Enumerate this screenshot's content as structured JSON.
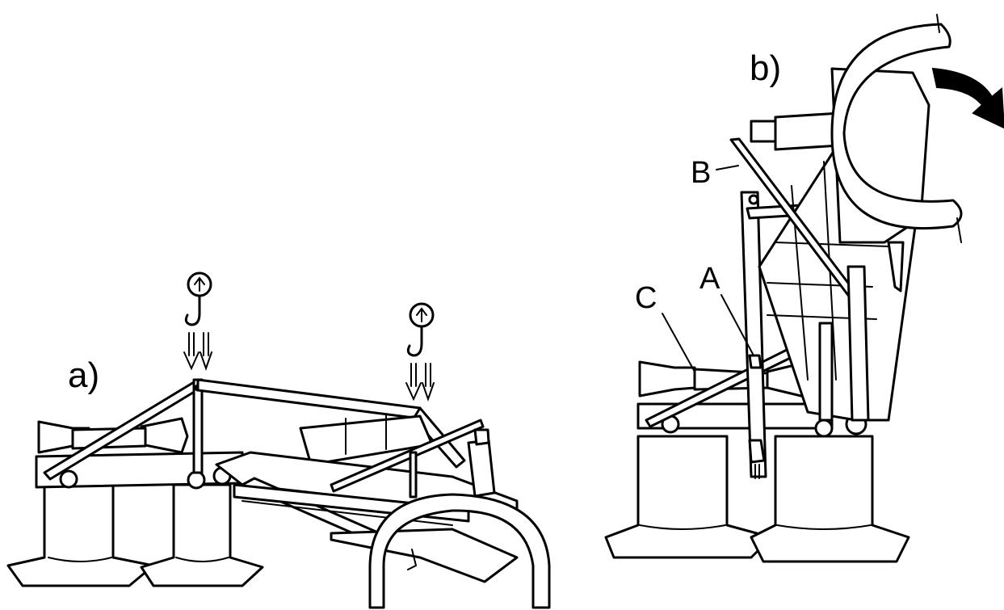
{
  "figure": {
    "panel_a_label": "a)",
    "panel_b_label": "b)",
    "part_a_label": "A",
    "part_b_label": "B",
    "part_c_label": "C"
  },
  "icons": {
    "lifting_point": "lifting-hook-icon",
    "rotation_arrow": "curved-arrow-icon"
  },
  "colors": {
    "line": "#000000",
    "background": "#ffffff"
  }
}
